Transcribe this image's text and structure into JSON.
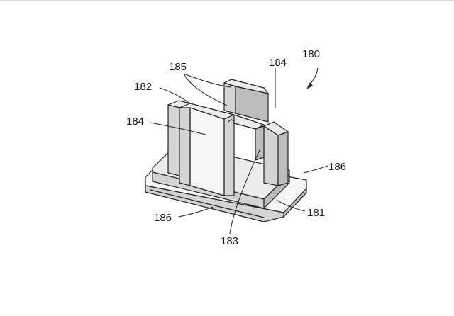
{
  "figure": {
    "labels": {
      "assembly": "180",
      "base": "181",
      "wall": "182",
      "slot": "183",
      "tab_right": "184",
      "tab_left": "184",
      "ridge": "185",
      "flange_right": "186",
      "flange_left": "186"
    }
  }
}
